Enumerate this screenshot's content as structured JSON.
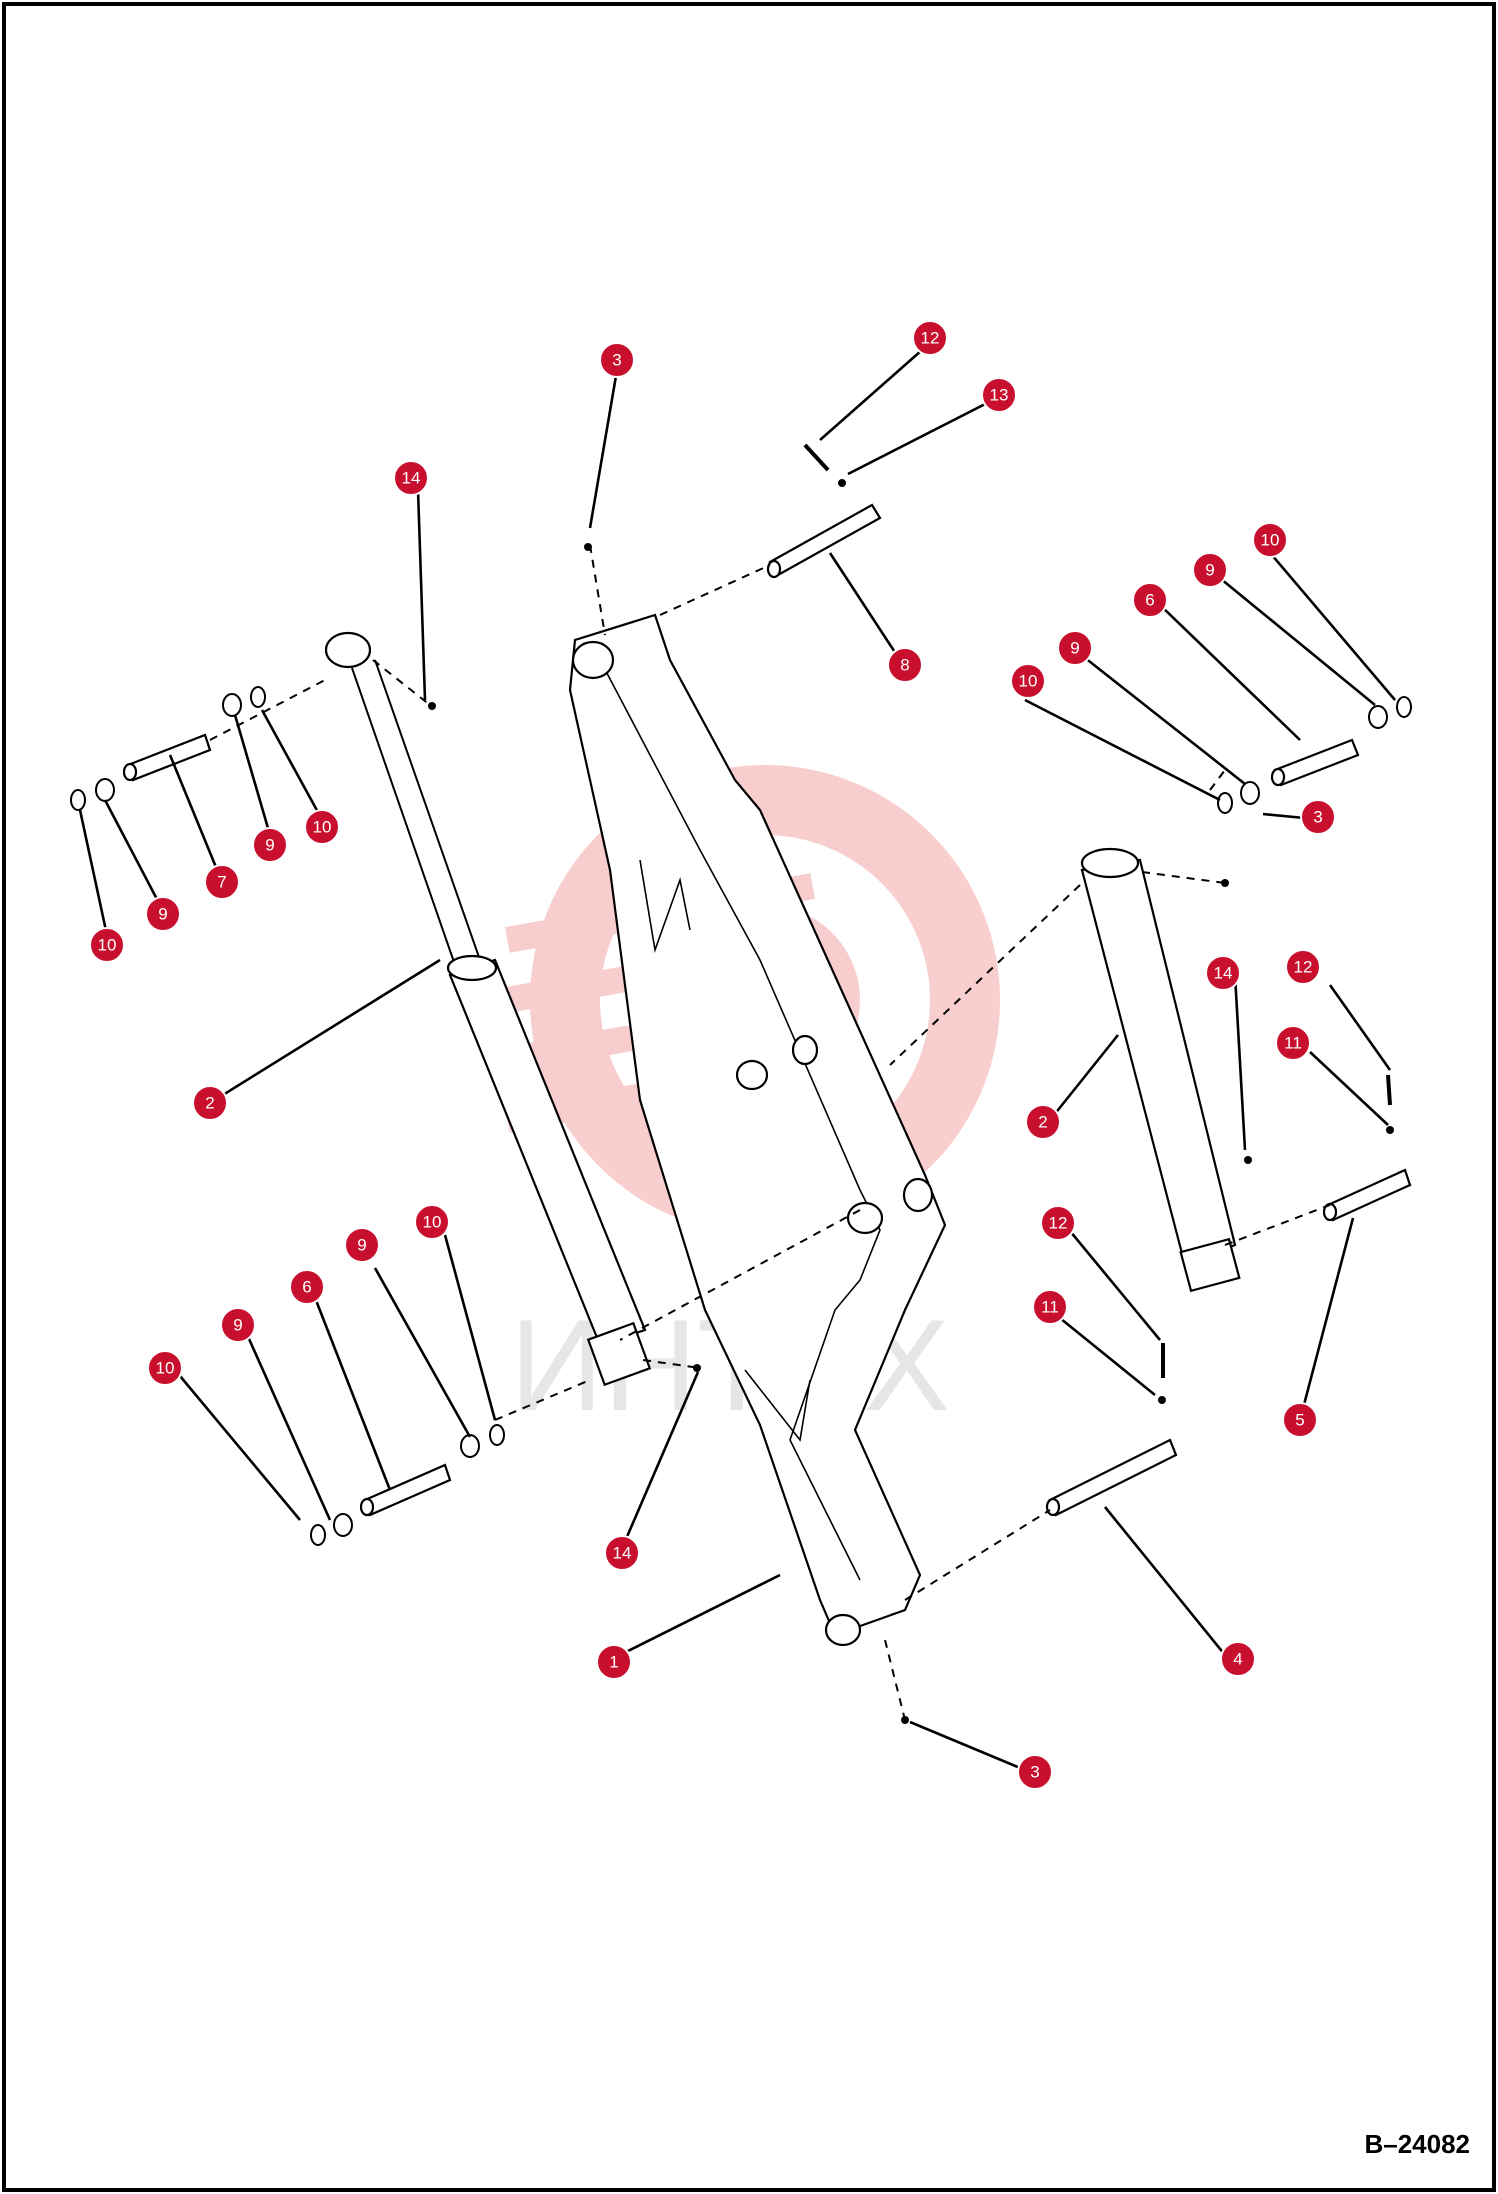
{
  "drawing_number": "B–24082",
  "watermark_text": "ИНТЕХ",
  "colors": {
    "callout_fill": "#c8102e",
    "callout_text": "#ffffff",
    "line": "#000000",
    "watermark": "#f4b5b5"
  },
  "callouts": [
    "3",
    "12",
    "13",
    "14",
    "8",
    "10",
    "9",
    "6",
    "10",
    "9",
    "9",
    "10",
    "7",
    "9",
    "10",
    "3",
    "2",
    "14",
    "12",
    "11",
    "2",
    "10",
    "9",
    "6",
    "9",
    "10",
    "12",
    "11",
    "5",
    "14",
    "4",
    "1",
    "3"
  ]
}
